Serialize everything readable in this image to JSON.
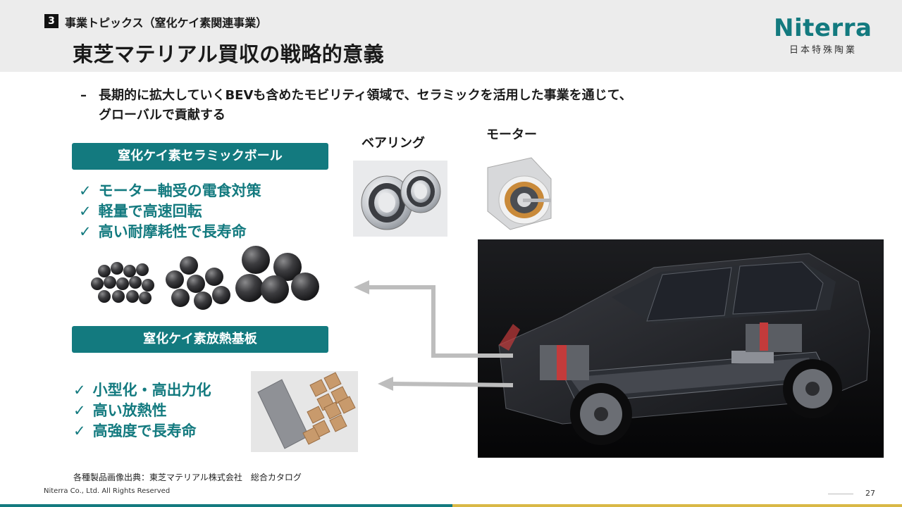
{
  "header": {
    "section_number": "3",
    "section_label": "事業トピックス（窒化ケイ素関連事業）",
    "title": "東芝マテリアル買収の戦略的意義"
  },
  "logo": {
    "word": "Niterra",
    "sub": "日本特殊陶業",
    "accent": "#137a7f"
  },
  "intro": {
    "dash": "–",
    "line1": "長期的に拡大していくBEVも含めたモビリティ領域で、セラミックを活用した事業を通じて、",
    "line2": "グローバルで貢献する"
  },
  "balls_section": {
    "heading": "窒化ケイ素セラミックボール",
    "items": [
      "モーター軸受の電食対策",
      "軽量で高速回転",
      "高い耐摩耗性で長寿命"
    ]
  },
  "substrate_section": {
    "heading": "窒化ケイ素放熱基板",
    "items": [
      "小型化・高出力化",
      "高い放熱性",
      "高強度で長寿命"
    ]
  },
  "check_mark": "✓",
  "labels": {
    "bearing": "ベアリング",
    "motor": "モーター"
  },
  "footer": {
    "source": "各種製品画像出典：東芝マテリアル株式会社　総合カタログ",
    "copyright": "Niterra Co., Ltd. All Rights Reserved",
    "page": "27"
  },
  "colors": {
    "teal": "#137a7f",
    "gold": "#d9b846",
    "header_bg": "#ececec"
  }
}
